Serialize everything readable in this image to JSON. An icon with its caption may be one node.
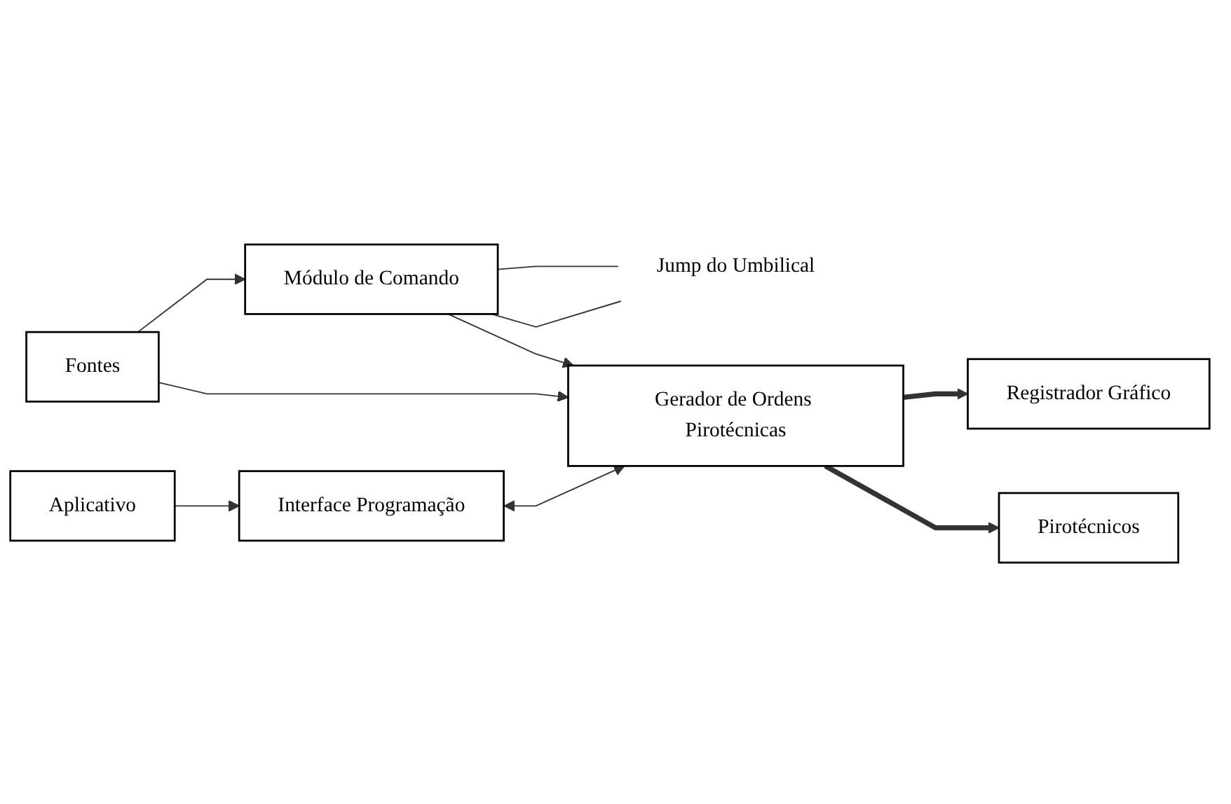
{
  "diagram": {
    "nodes": [
      {
        "text": [
          "Jump do Umbilical"
        ]
      },
      {
        "text": [
          "Módulo de Comando"
        ]
      },
      {
        "text": [
          "Registrador Gráfico"
        ]
      },
      {
        "text": [
          "Fontes"
        ]
      },
      {
        "text": [
          "Gerador de Ordens Pirotécnicas"
        ]
      },
      {
        "text": [
          "Pirotécnicos"
        ]
      },
      {
        "text": [
          "Aplicativo"
        ]
      },
      {
        "text": [
          "Interface Programação"
        ]
      }
    ],
    "edges": [
      {
        "from": 1,
        "to": 0,
        "arrow": "none"
      },
      {
        "from": 1,
        "to": 0,
        "arrow": "none"
      },
      {
        "from": 1,
        "to": 4,
        "arrow": "to"
      },
      {
        "from": 3,
        "to": 1,
        "arrow": "to"
      },
      {
        "from": 4,
        "to": 2,
        "arrow": "to",
        "style": "thick"
      },
      {
        "from": 3,
        "to": 4,
        "arrow": "to"
      },
      {
        "from": 4,
        "to": 5,
        "arrow": "to",
        "style": "thick"
      },
      {
        "from": 7,
        "to": 4,
        "arrow": "both"
      },
      {
        "from": 6,
        "to": 7,
        "arrow": "to"
      }
    ]
  }
}
